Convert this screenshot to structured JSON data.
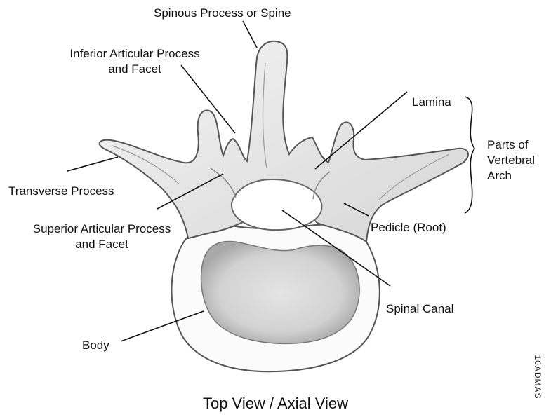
{
  "labels": {
    "spinous": "Spinous Process or Spine",
    "inferior_1": "Inferior Articular Process",
    "inferior_2": "and Facet",
    "lamina": "Lamina",
    "arch_1": "Parts of",
    "arch_2": "Vertebral",
    "arch_3": "Arch",
    "transverse": "Transverse Process",
    "superior_1": "Superior Articular Process",
    "superior_2": "and Facet",
    "pedicle": "Pedicle (Root)",
    "canal": "Spinal Canal",
    "body": "Body"
  },
  "caption": "Top View / Axial View",
  "side_code": "10ADMAS"
}
